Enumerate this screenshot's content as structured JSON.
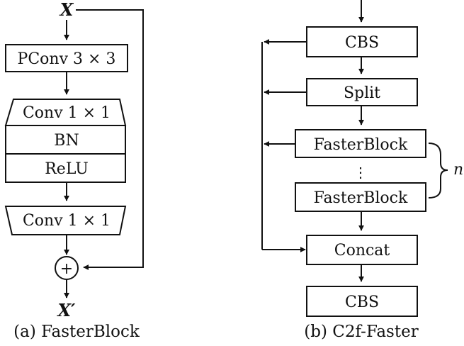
{
  "fasterblock": {
    "input_label": "X",
    "output_label": "X′",
    "layers": {
      "pconv": "PConv 3 × 3",
      "conv1": "Conv 1 × 1",
      "bn": "BN",
      "relu": "ReLU",
      "conv2": "Conv 1 × 1"
    },
    "add_symbol": "+",
    "caption": "(a) FasterBlock"
  },
  "c2f_faster": {
    "layers": {
      "cbs_top": "CBS",
      "split": "Split",
      "fasterblock_first": "FasterBlock",
      "ellipsis": "⋮",
      "fasterblock_last": "FasterBlock",
      "concat": "Concat",
      "cbs_bottom": "CBS"
    },
    "repeat_label": "n",
    "caption": "(b) C2f-Faster"
  }
}
